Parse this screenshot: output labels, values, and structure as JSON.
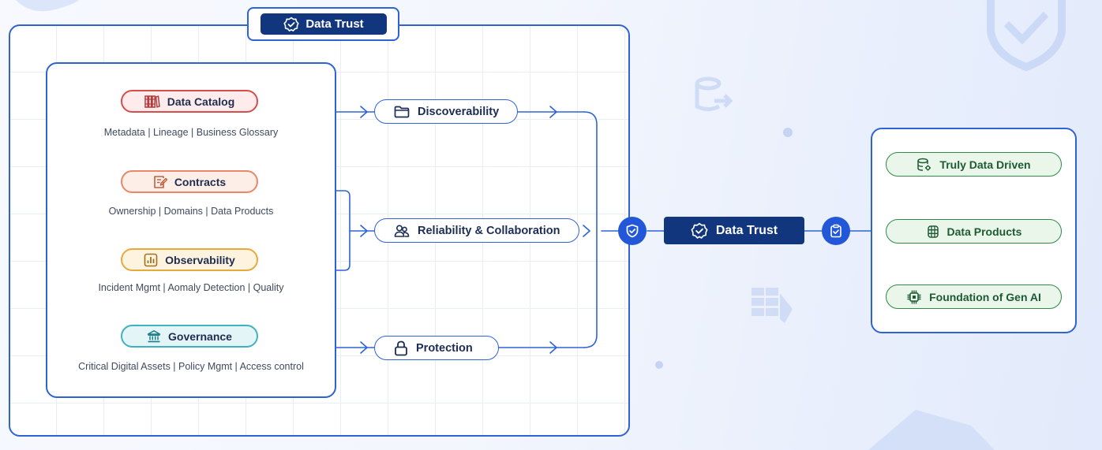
{
  "title": "Data Trust",
  "pillars": [
    {
      "label": "Data Catalog",
      "details": "Metadata  |  Lineage  |  Business Glossary",
      "icon": "books-icon",
      "border": "#d94c4c",
      "fill": "#fdeceb"
    },
    {
      "label": "Contracts",
      "details": "Ownership | Domains | Data Products",
      "icon": "contract-edit-icon",
      "border": "#e98768",
      "fill": "#fdeee8"
    },
    {
      "label": "Observability",
      "details": "Incident Mgmt | Aomaly Detection | Quality",
      "icon": "chart-bars-icon",
      "border": "#e7a93a",
      "fill": "#fdf3df"
    },
    {
      "label": "Governance",
      "details": "Critical Digital Assets | Policy Mgmt | Access control",
      "icon": "institution-icon",
      "border": "#3fb2c2",
      "fill": "#e3f5f7"
    }
  ],
  "capabilities": [
    {
      "label": "Discoverability",
      "icon": "folder-icon"
    },
    {
      "label": "Reliability & Collaboration",
      "icon": "users-icon"
    },
    {
      "label": "Protection",
      "icon": "lock-icon"
    }
  ],
  "center": {
    "label": "Data Trust",
    "left_icon": "shield-check-icon",
    "right_icon": "clipboard-check-icon"
  },
  "outcomes": [
    {
      "label": "Truly Data Driven",
      "icon": "database-gear-icon"
    },
    {
      "label": "Data Products",
      "icon": "cube-stack-icon"
    },
    {
      "label": "Foundation of Gen AI",
      "icon": "chip-icon"
    }
  ],
  "colors": {
    "accent": "#2d63d6",
    "navy": "#11367e",
    "green": "#2e8a48"
  }
}
